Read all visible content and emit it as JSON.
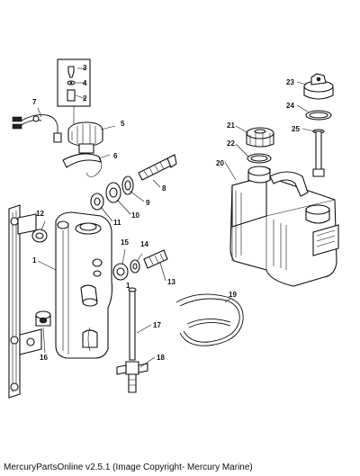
{
  "caption": "MercuryPartsOnline v2.5.1 (Image Copyright- Mercury Marine)",
  "callouts": [
    "1",
    "1",
    "2",
    "3",
    "4",
    "5",
    "6",
    "7",
    "8",
    "9",
    "10",
    "11",
    "12",
    "13",
    "14",
    "15",
    "16",
    "17",
    "18",
    "19",
    "20",
    "21",
    "22",
    "23",
    "24",
    "25"
  ]
}
